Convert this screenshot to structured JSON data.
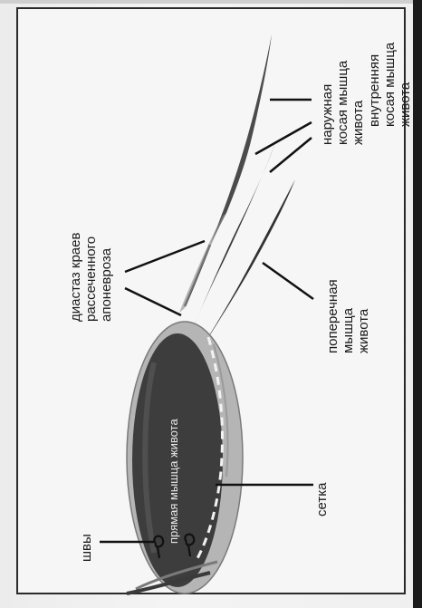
{
  "labels": {
    "external_oblique": [
      "наружная",
      "косая мышца",
      "живота"
    ],
    "internal_oblique": [
      "внутренняя",
      "косая мышца",
      "живота"
    ],
    "diastasis": [
      "диастаз краев",
      "рассеченного",
      "апоневроза"
    ],
    "transverse": [
      "поперечная",
      "мышца",
      "живота"
    ],
    "rectus": "прямая мышца живота",
    "mesh": "сетка",
    "sutures": "швы"
  },
  "colors": {
    "muscle": "#3c3c3c",
    "muscle_light": "#6e6e6e",
    "sheath": "#bdbdbd",
    "line": "#111111",
    "frame": "#2a2a2a"
  }
}
